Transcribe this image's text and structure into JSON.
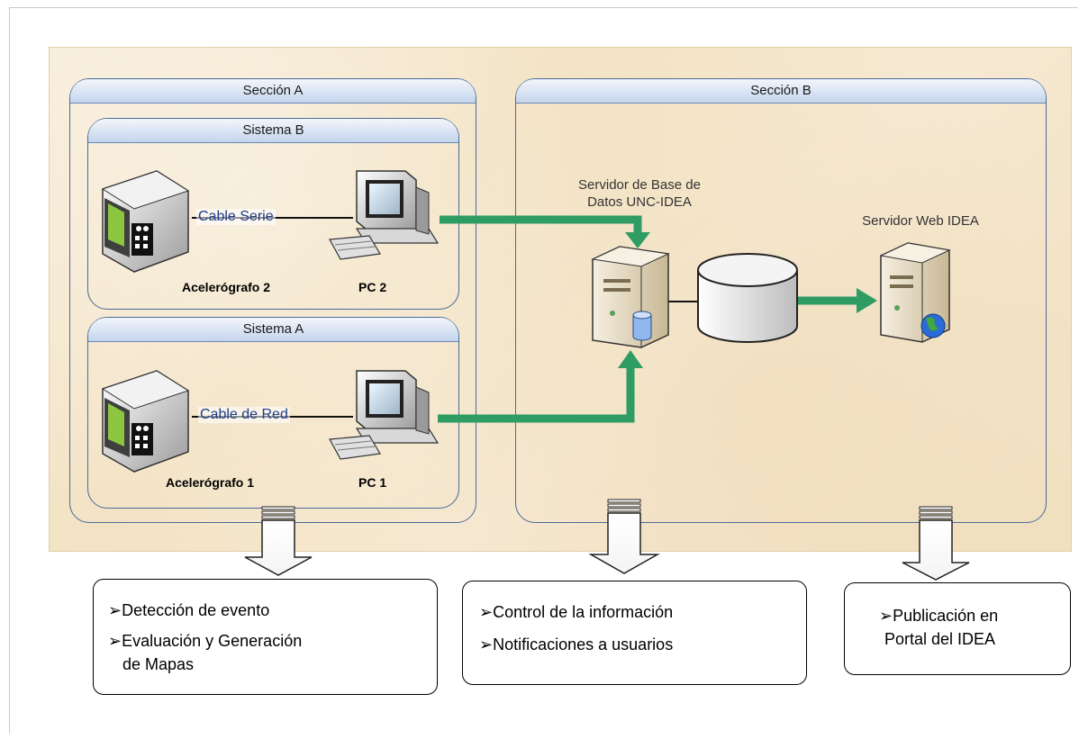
{
  "sections": {
    "a_title": "Sección A",
    "b_title": "Sección B",
    "sistema_b_title": "Sistema B",
    "sistema_a_title": "Sistema A"
  },
  "devices": {
    "accel2_label": "Acelerógrafo 2",
    "pc2_label": "PC 2",
    "accel1_label": "Acelerógrafo 1",
    "pc1_label": "PC 1",
    "cable_serie": "Cable Serie",
    "cable_red": "Cable de Red",
    "db_server_line1": "Servidor de Base de",
    "db_server_line2": "Datos UNC-IDEA",
    "web_server": "Servidor Web IDEA"
  },
  "outputs": {
    "box1_line1": "Detección de evento",
    "box1_line2": "Evaluación y Generación",
    "box1_line3": "de Mapas",
    "box2_line1": "Control de la información",
    "box2_line2": "Notificaciones a usuarios",
    "box3_line1": "Publicación en",
    "box3_line2": "Portal del IDEA",
    "bullet": "➢"
  },
  "colors": {
    "flow_arrow": "#2e9c63",
    "panel_border": "#4a6a9a",
    "header_bg": "#c5d5ec",
    "canvas_bg": "#f4e6cc"
  }
}
